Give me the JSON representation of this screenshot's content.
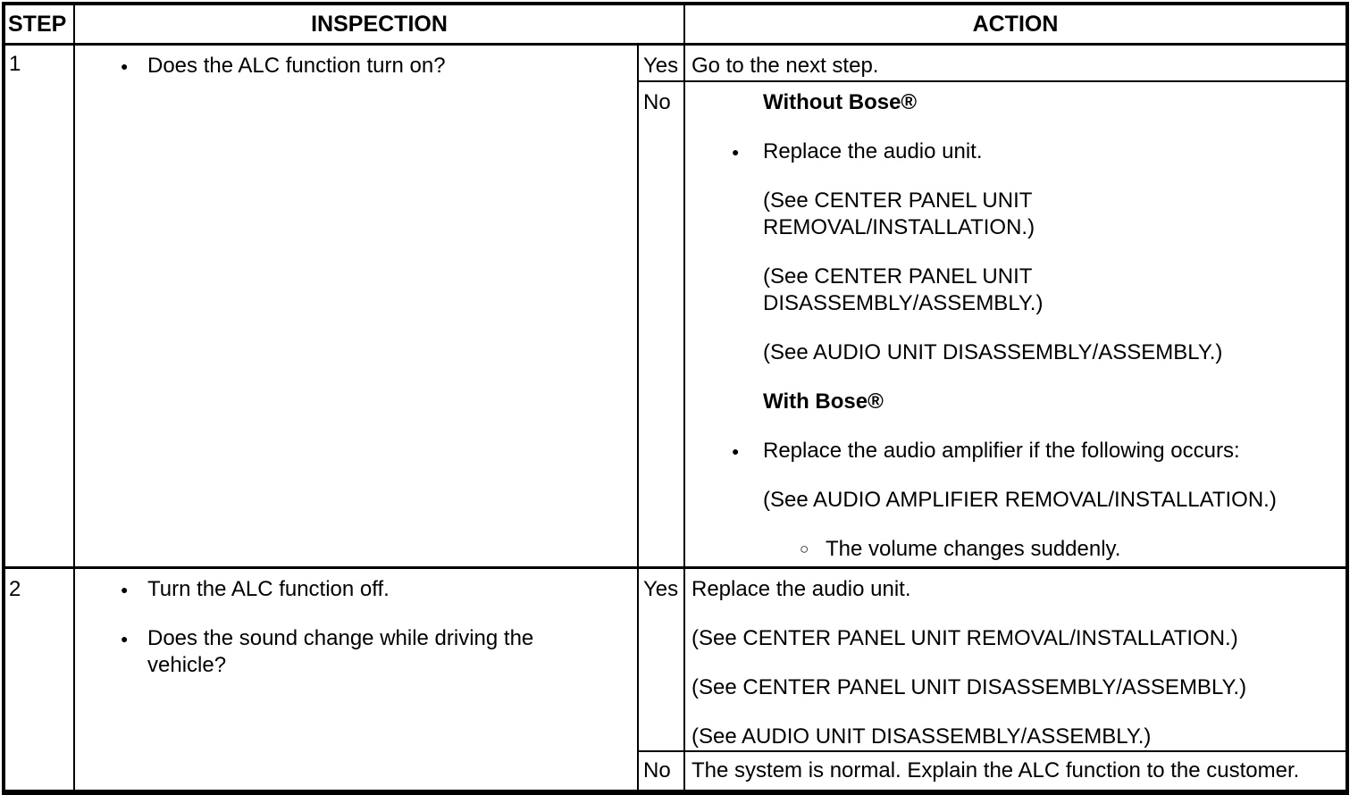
{
  "colors": {
    "line": "#000000",
    "background": "#ffffff",
    "text": "#000000"
  },
  "icons": {
    "bullet": "●",
    "sub_bullet": "○"
  },
  "header": {
    "step_label": "STEP",
    "inspection_label": "INSPECTION",
    "action_label": "ACTION"
  },
  "rows": [
    {
      "step": "1",
      "inspection": [
        {
          "type": "bullet",
          "lines": [
            "Does the ALC function turn on?"
          ]
        }
      ],
      "branches": [
        {
          "verdict": "Yes",
          "content": [
            {
              "type": "plain",
              "lines": [
                "Go to the next step."
              ]
            }
          ]
        },
        {
          "verdict": "No",
          "content": [
            {
              "type": "heading",
              "lines": [
                "Without Bose®"
              ]
            },
            {
              "type": "bullet",
              "lines": [
                "Replace the audio unit."
              ]
            },
            {
              "type": "plain",
              "lines": [
                "(See CENTER PANEL UNIT",
                "REMOVAL/INSTALLATION.)"
              ]
            },
            {
              "type": "plain",
              "lines": [
                "(See CENTER PANEL UNIT",
                "DISASSEMBLY/ASSEMBLY.)"
              ]
            },
            {
              "type": "plain",
              "lines": [
                "(See AUDIO UNIT DISASSEMBLY/ASSEMBLY.)"
              ]
            },
            {
              "type": "heading",
              "lines": [
                "With Bose®"
              ]
            },
            {
              "type": "bullet",
              "lines": [
                "Replace the audio amplifier if the following occurs:"
              ]
            },
            {
              "type": "plain",
              "lines": [
                "(See AUDIO AMPLIFIER REMOVAL/INSTALLATION.)"
              ]
            },
            {
              "type": "sub-bullet",
              "lines": [
                "The volume changes suddenly."
              ]
            }
          ]
        }
      ]
    },
    {
      "step": "2",
      "inspection": [
        {
          "type": "bullet",
          "lines": [
            "Turn the ALC function off."
          ]
        },
        {
          "type": "bullet",
          "lines": [
            "Does the sound change while driving the",
            "vehicle?"
          ]
        }
      ],
      "branches": [
        {
          "verdict": "Yes",
          "content": [
            {
              "type": "plain",
              "lines": [
                "Replace the audio unit."
              ]
            },
            {
              "type": "plain",
              "lines": [
                "(See CENTER PANEL UNIT REMOVAL/INSTALLATION.)"
              ]
            },
            {
              "type": "plain",
              "lines": [
                "(See CENTER PANEL UNIT DISASSEMBLY/ASSEMBLY.)"
              ]
            },
            {
              "type": "plain",
              "lines": [
                "(See AUDIO UNIT DISASSEMBLY/ASSEMBLY.)"
              ]
            }
          ]
        },
        {
          "verdict": "No",
          "content": [
            {
              "type": "plain",
              "lines": [
                "The system is normal. Explain the ALC function to the customer."
              ]
            }
          ]
        }
      ]
    }
  ]
}
